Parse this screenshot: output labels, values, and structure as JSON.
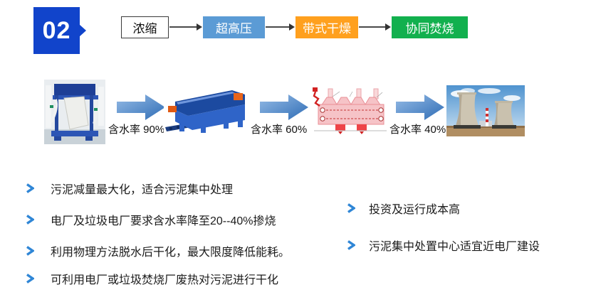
{
  "badge": {
    "number": "02"
  },
  "flow": {
    "steps": [
      {
        "label": "浓缩",
        "style": "plain-white"
      },
      {
        "label": "超高压",
        "style": "blue"
      },
      {
        "label": "带式干燥",
        "style": "orange"
      },
      {
        "label": "协同焚烧",
        "style": "green"
      }
    ]
  },
  "process": {
    "stages": [
      {
        "name": "belt-thickener-photo"
      },
      {
        "name": "chamber-filter-press-photo"
      },
      {
        "name": "belt-dryer-diagram"
      },
      {
        "name": "power-plant-cooling-towers-photo"
      }
    ],
    "arrows": [
      {
        "label": "含水率 90%"
      },
      {
        "label": "含水率 60%"
      },
      {
        "label": "含水率 40%"
      }
    ]
  },
  "icons": {
    "bullet": "chevron-right"
  },
  "bullets": {
    "left": [
      "污泥减量最大化，适合污泥集中处理",
      "电厂及垃圾电厂要求含水率降至20--40%掺烧",
      "利用物理方法脱水后干化，最大限度降低能耗。",
      "可利用电厂或垃圾焚烧厂废热对污泥进行干化"
    ],
    "right": [
      "投资及运行成本高",
      "污泥集中处置中心适宜近电厂建设"
    ]
  },
  "colors": {
    "badge_blue": "#1144CB",
    "step_blue": "#5B9BD5",
    "step_orange": "#FFA01E",
    "step_green": "#12B04E",
    "big_arrow_light": "#96BCE6",
    "big_arrow_dark": "#2E6CB5",
    "bullet_chevron": "#2F86D6"
  }
}
